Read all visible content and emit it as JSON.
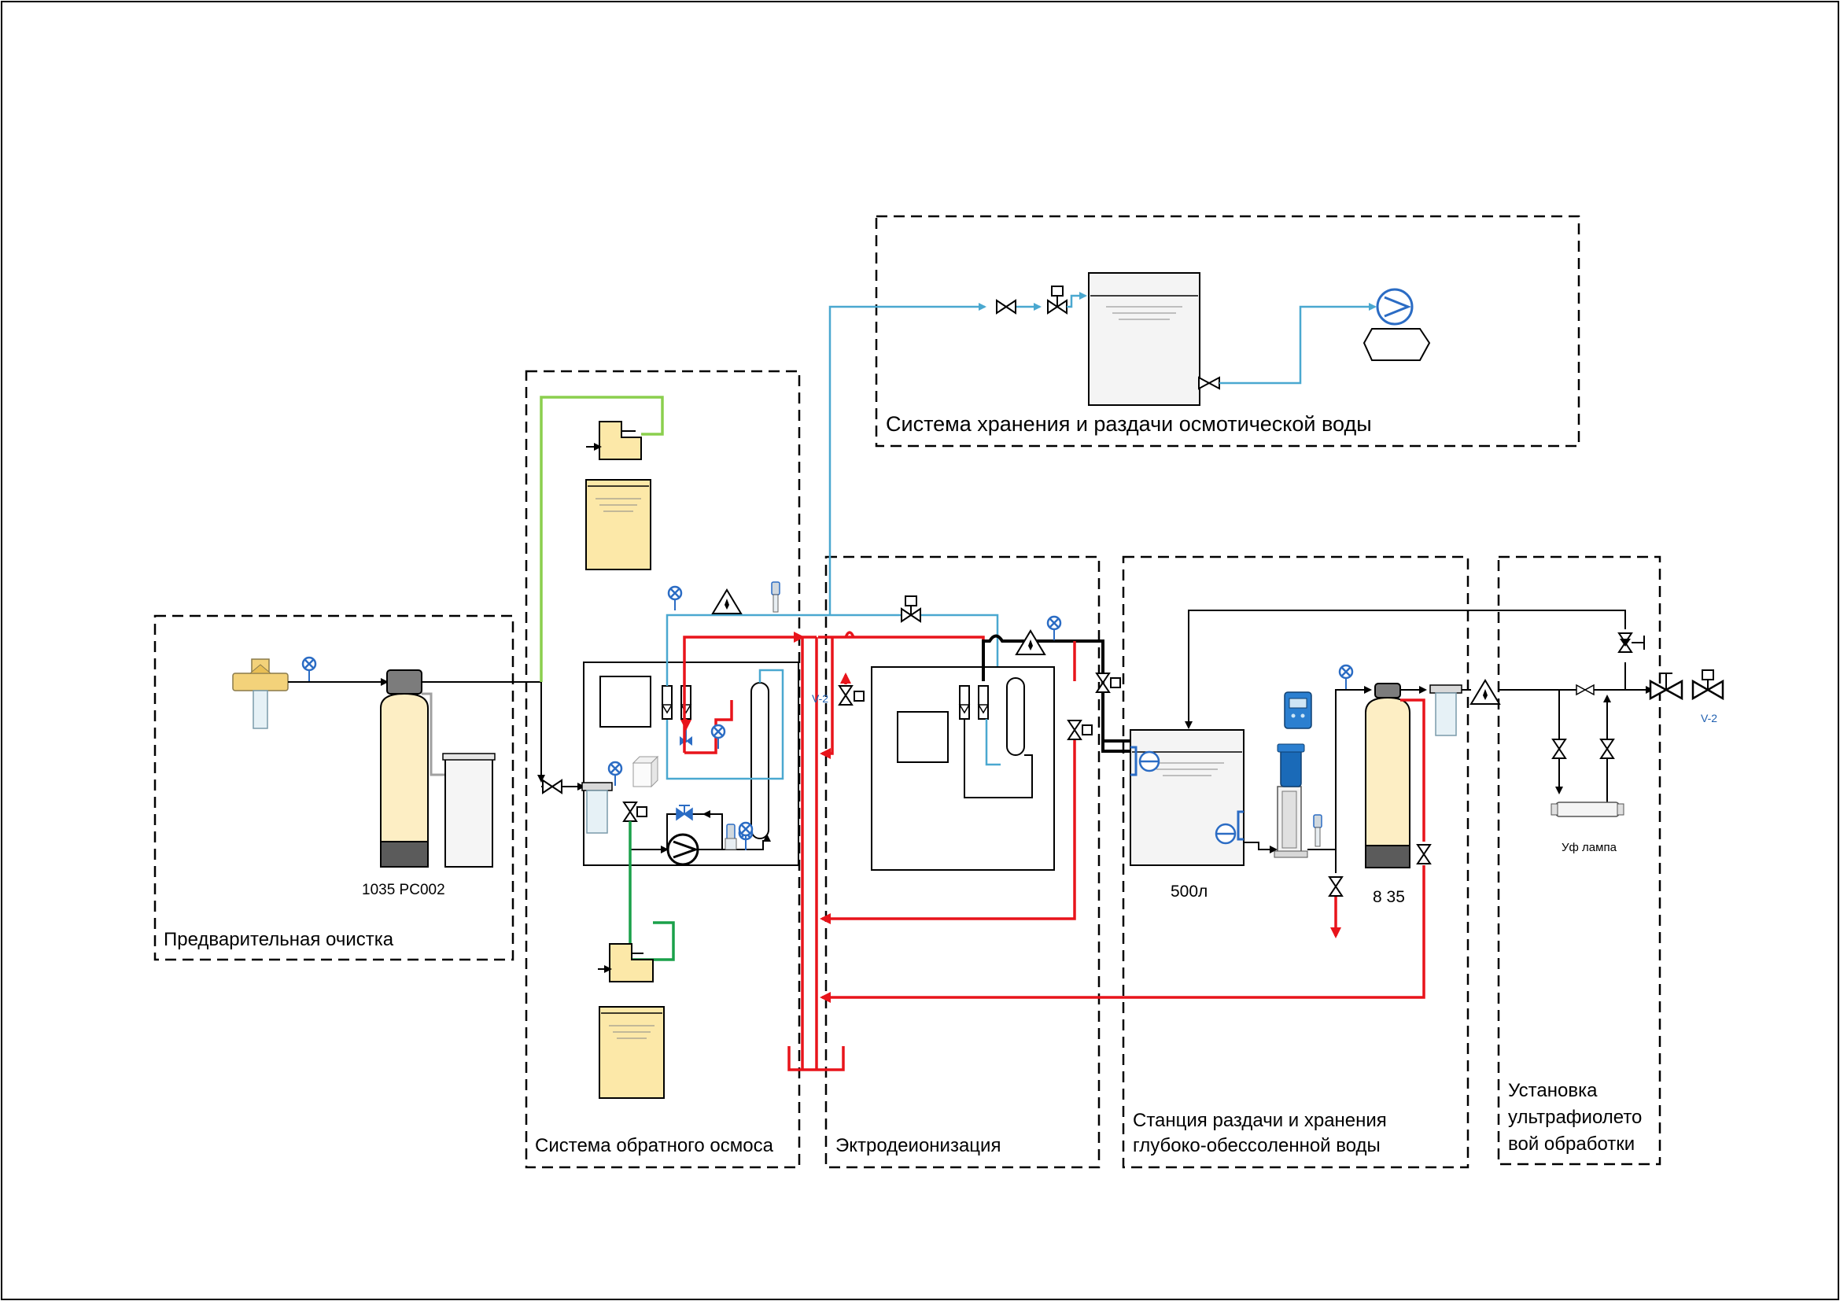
{
  "sections": {
    "pretreatment": "Предварительная очистка",
    "reverse_osmosis": "Система обратного осмоса",
    "edi": "Эктродеионизация",
    "storage_osmotic": "Система хранения и раздачи осмотической воды",
    "deionized_station_line1": "Станция раздачи и хранения",
    "deionized_station_line2": "глубоко-обессоленной воды",
    "uv_line1": "Установка",
    "uv_line2": "ультрафиолето",
    "uv_line3": "вой обработки"
  },
  "labels": {
    "softener_model": "1035 PC002",
    "tank_volume": "500л",
    "filter_model": "8 35",
    "uv_lamp": "Уф лампа",
    "valve_tag_1": "V-2",
    "valve_tag_2": "V-2"
  },
  "colors": {
    "drain": "#e8141b",
    "permeate": "#4aa8d0",
    "dosing_upper": "#8bcf4e",
    "dosing_lower": "#1aa14a",
    "instrument": "#2b6cc4",
    "vessel_fill": "#fdeec4",
    "dosing_tank_fill": "#fce8a8"
  }
}
